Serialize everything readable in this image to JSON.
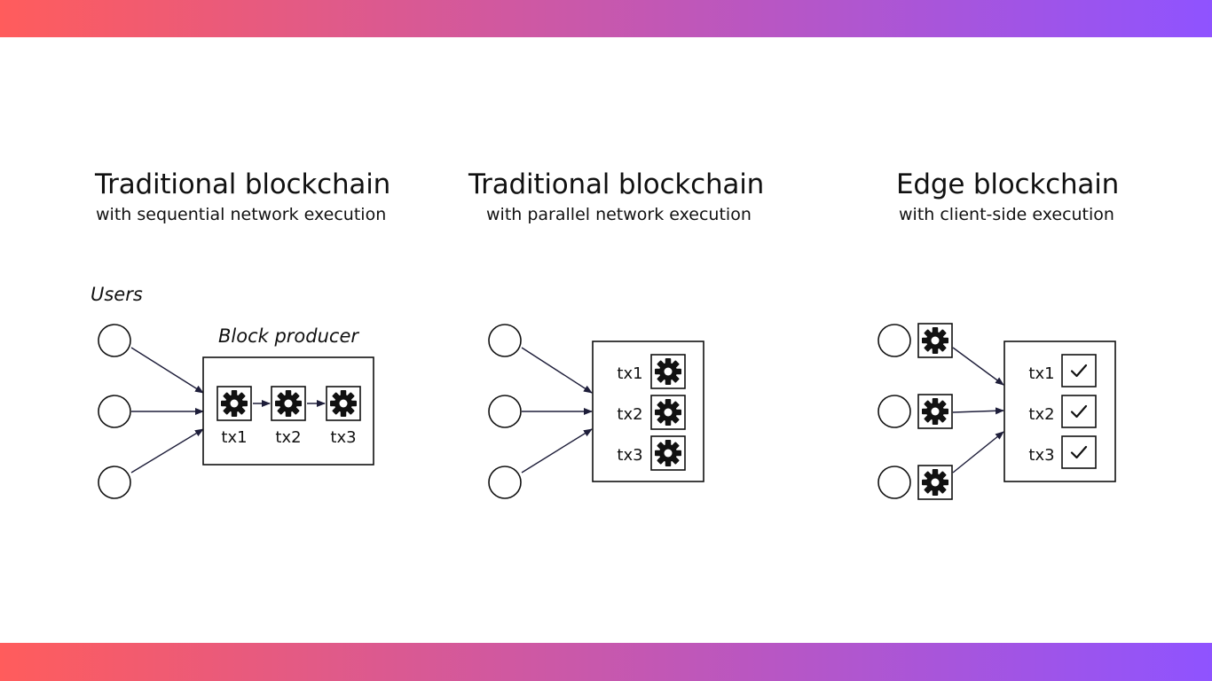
{
  "colors": {
    "gradient_start": "#ff5c5c",
    "gradient_end": "#8f53ff",
    "ink": "#111111",
    "arrow": "#1e1e3a"
  },
  "panels": [
    {
      "title": "Traditional blockchain",
      "subtitle": "with sequential network execution",
      "users_label": "Users",
      "producer_label": "Block producer",
      "tx_labels": [
        "tx1",
        "tx2",
        "tx3"
      ]
    },
    {
      "title": "Traditional blockchain",
      "subtitle": "with parallel network execution",
      "tx_labels": [
        "tx1",
        "tx2",
        "tx3"
      ]
    },
    {
      "title": "Edge blockchain",
      "subtitle": "with client-side execution",
      "tx_labels": [
        "tx1",
        "tx2",
        "tx3"
      ]
    }
  ],
  "icons": {
    "execute": "gear-icon",
    "verified": "checkmark-icon",
    "user": "user-circle"
  }
}
